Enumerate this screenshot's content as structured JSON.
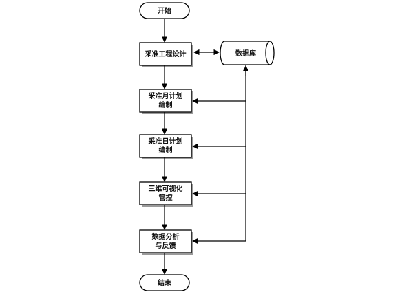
{
  "diagram": {
    "start": "开始",
    "end": "结束",
    "database": "数据库",
    "steps": [
      {
        "line1": "采准工程设计",
        "line2": ""
      },
      {
        "line1": "采准月计划",
        "line2": "编制"
      },
      {
        "line1": "采准日计划",
        "line2": "编制"
      },
      {
        "line1": "三维可视化",
        "line2": "管控"
      },
      {
        "line1": "数据分析",
        "line2": "与反馈"
      }
    ]
  },
  "colors": {
    "stroke": "#000000",
    "box_fill": "#ffffff",
    "shadow": "#9a9a9a",
    "text": "#111111"
  }
}
